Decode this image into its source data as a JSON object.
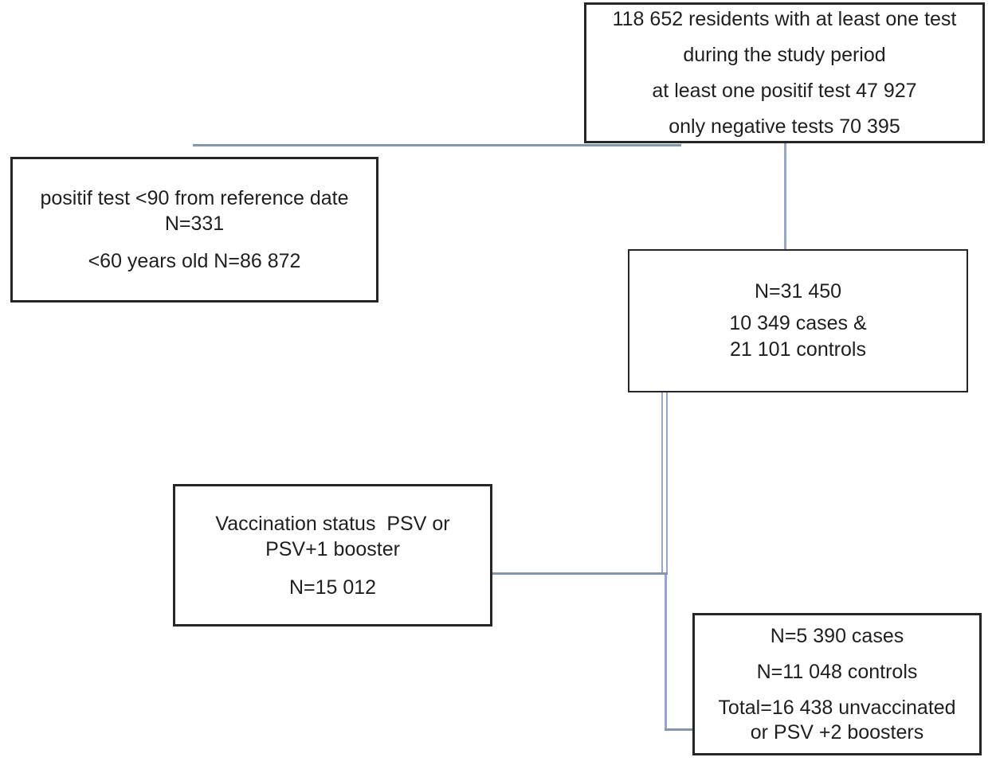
{
  "diagram": {
    "title": "study-selection-flowchart",
    "boxes": {
      "residents": {
        "lines": [
          "118 652 residents with at least one test",
          "during the study period",
          "at least one positif test 47 927",
          "only negative tests 70 395"
        ]
      },
      "exclusions": {
        "lines": [
          "positif test <90 from reference date",
          "N=331",
          "<60 years old N=86 872"
        ]
      },
      "cohort": {
        "lines": [
          "N=31 450",
          "10 349 cases &",
          "21 101 controls"
        ]
      },
      "vaccination": {
        "lines": [
          "Vaccination status  PSV or",
          "PSV+1 booster",
          "N=15 012"
        ]
      },
      "final": {
        "lines": [
          "N=5 390 cases",
          "N=11 048 controls",
          "Total=16 438 unvaccinated",
          "or PSV +2 boosters"
        ]
      }
    },
    "colors": {
      "connector_steel": "#8296b0",
      "connector_blue": "#95a5ce",
      "box_border": "#262626",
      "text": "#1f1f1f"
    }
  }
}
